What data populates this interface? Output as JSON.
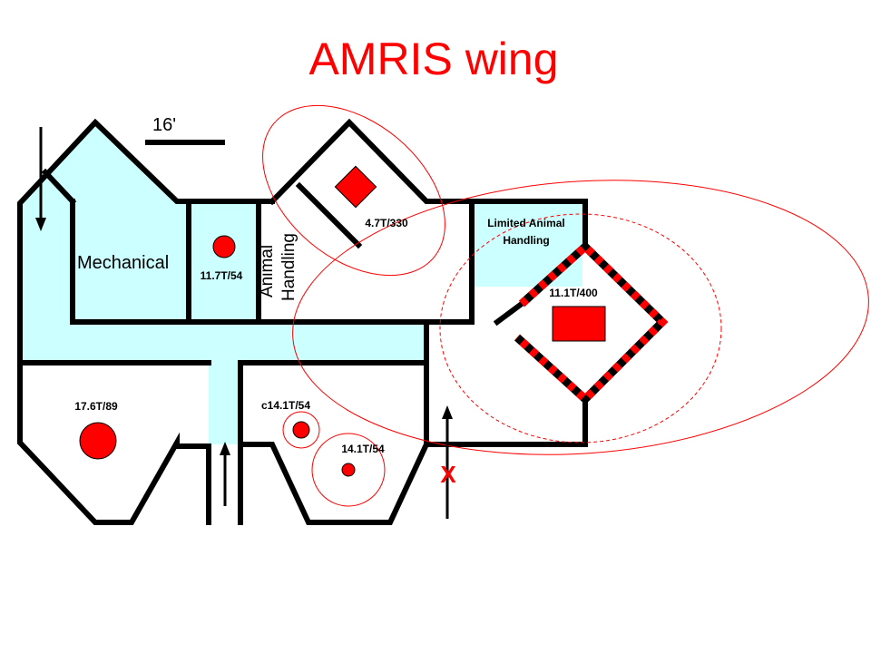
{
  "title": "AMRIS wing",
  "scale_label": "16'",
  "rooms": {
    "mechanical": "Mechanical",
    "animal_handling_line1": "Animal",
    "animal_handling_line2": "Handling",
    "limited_line1": "Limited  Animal",
    "limited_line2": "Handling"
  },
  "magnets": {
    "m_11_7": "11.7T/54",
    "m_4_7": "4.7T/330",
    "m_11_1": "11.1T/400",
    "m_17_6": "17.6T/89",
    "m_c14_1": "c14.1T/54",
    "m_14_1": "14.1T/54"
  },
  "marker_x": "X",
  "colors": {
    "title_red": "#ff0000",
    "room_fill": "#ccffff",
    "magnet_red": "#ff0000",
    "wall": "#000000"
  }
}
